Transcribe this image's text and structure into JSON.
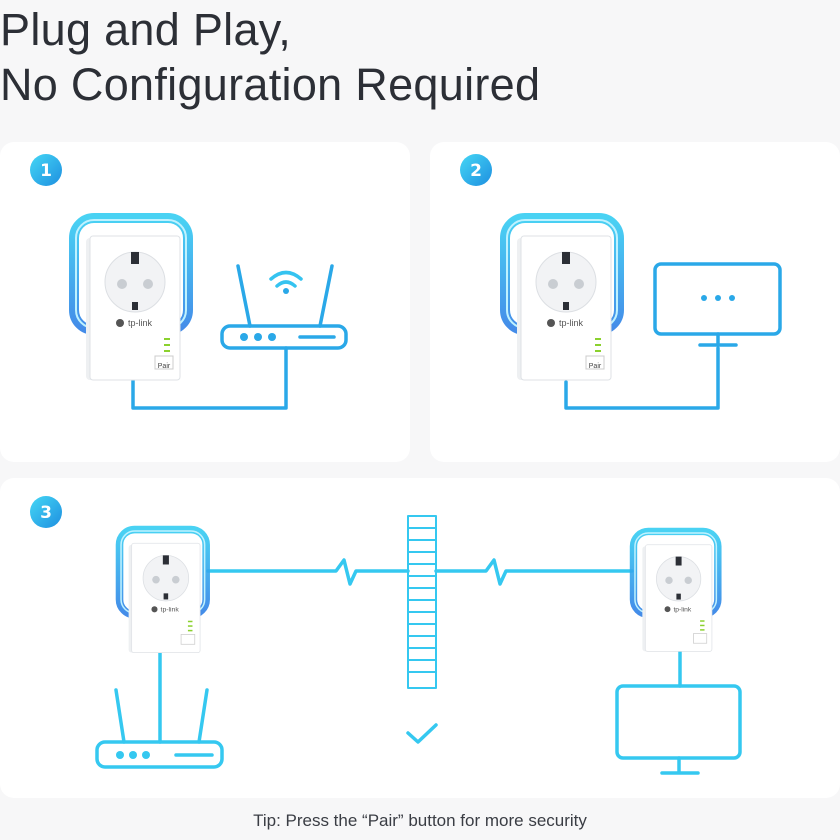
{
  "heading": {
    "line1": "Plug and Play,",
    "line2": "No Configuration Required"
  },
  "steps": [
    {
      "number": "1"
    },
    {
      "number": "2"
    },
    {
      "number": "3"
    }
  ],
  "device": {
    "brand": "tp-link",
    "pair_label": "Pair"
  },
  "tip": "Tip: Press the “Pair” button for more security",
  "colors": {
    "accent": "#2aa8e8",
    "glow": "#37d0f2",
    "background": "#f7f7f8",
    "card": "#ffffff"
  }
}
